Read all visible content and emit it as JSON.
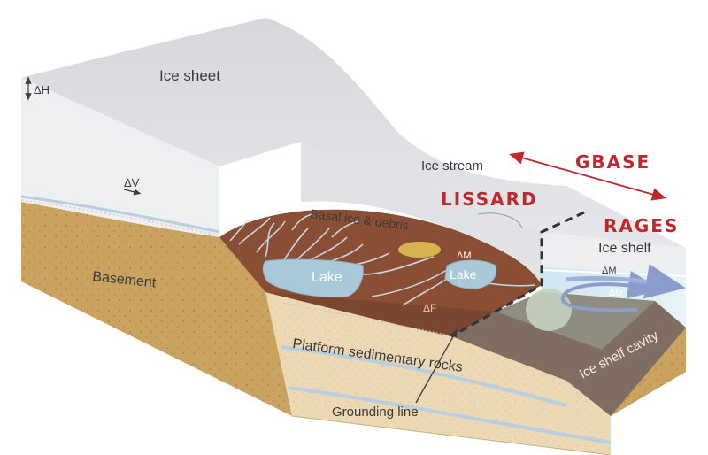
{
  "labels": {
    "ice_sheet": "Ice sheet",
    "delta_h": "ΔH",
    "delta_v": "ΔV",
    "ice_stream": "Ice stream",
    "basal_ice": "Basal ice & debris",
    "basement": "Basement",
    "lake_left": "Lake",
    "lake_right": "Lake",
    "delta_m_lake": "ΔM",
    "delta_f": "ΔF",
    "platform": "Platform sedimentary rocks",
    "grounding_line": "Grounding line",
    "ice_shelf": "Ice shelf",
    "delta_m_shelf": "ΔM",
    "delta_u": "ΔU",
    "cavity": "Ice shelf cavity"
  },
  "projects": {
    "gbase": "GBASE",
    "lissard": "LISSARD",
    "rages": "RAGES"
  },
  "colors": {
    "project_red": "#c0282d",
    "ice": "#e9eaec",
    "basement": "#c9a35f",
    "basal_ice": "#8a4e34",
    "lake": "#a9c9d9"
  }
}
